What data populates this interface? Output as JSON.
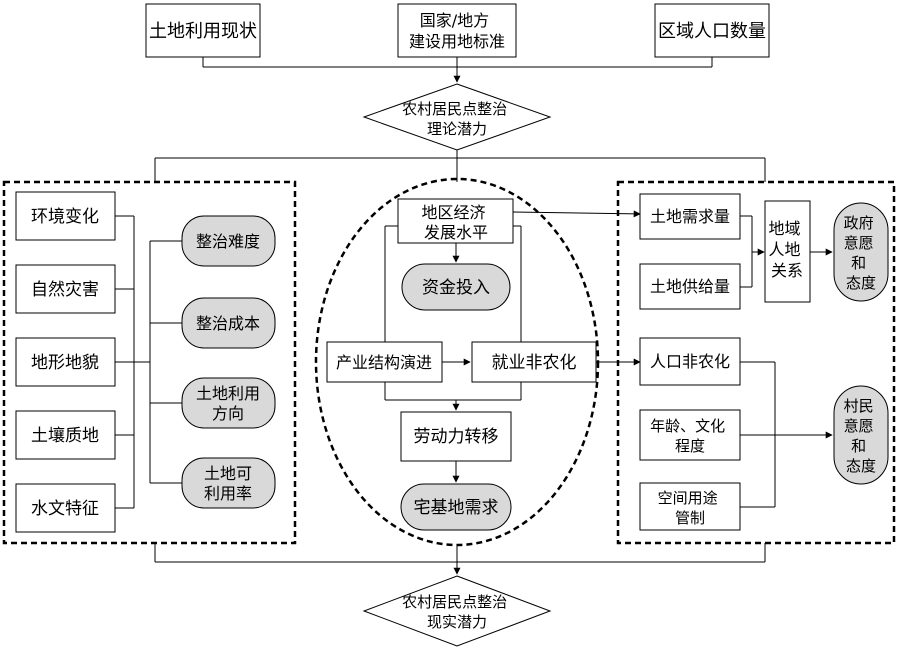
{
  "top": {
    "land_use": "土地利用现状",
    "standard": [
      "国家/地方",
      "建设用地标准"
    ],
    "population": "区域人口数量"
  },
  "theory_potential": [
    "农村居民点整治",
    "理论潜力"
  ],
  "left": {
    "factors": [
      "环境变化",
      "自然灾害",
      "地形地貌",
      "土壤质地",
      "水文特征"
    ],
    "outcomes": [
      [
        "整治难度"
      ],
      [
        "整治成本"
      ],
      [
        "土地利用",
        "方向"
      ],
      [
        "土地可",
        "利用率"
      ]
    ]
  },
  "center": {
    "economy": [
      "地区经济",
      "发展水平"
    ],
    "capital": "资金投入",
    "industry": "产业结构演进",
    "employment": "就业非农化",
    "labor": "劳动力转移",
    "homestead": "宅基地需求"
  },
  "right": {
    "demand": "土地需求量",
    "supply": "土地供给量",
    "relation": [
      "地域",
      "人地",
      "关系"
    ],
    "government": [
      "政府",
      "意愿",
      "和",
      "态度"
    ],
    "pop_nonag": "人口非农化",
    "age_edu": [
      "年龄、文化",
      "程度"
    ],
    "spatial": [
      "空间用途",
      "管制"
    ],
    "villagers": [
      "村民",
      "意愿",
      "和",
      "态度"
    ]
  },
  "real_potential": [
    "农村居民点整治",
    "现实潜力"
  ],
  "colors": {
    "line": "#000000",
    "gray_fill": "#d9d9d9",
    "box_fill": "#ffffff"
  }
}
